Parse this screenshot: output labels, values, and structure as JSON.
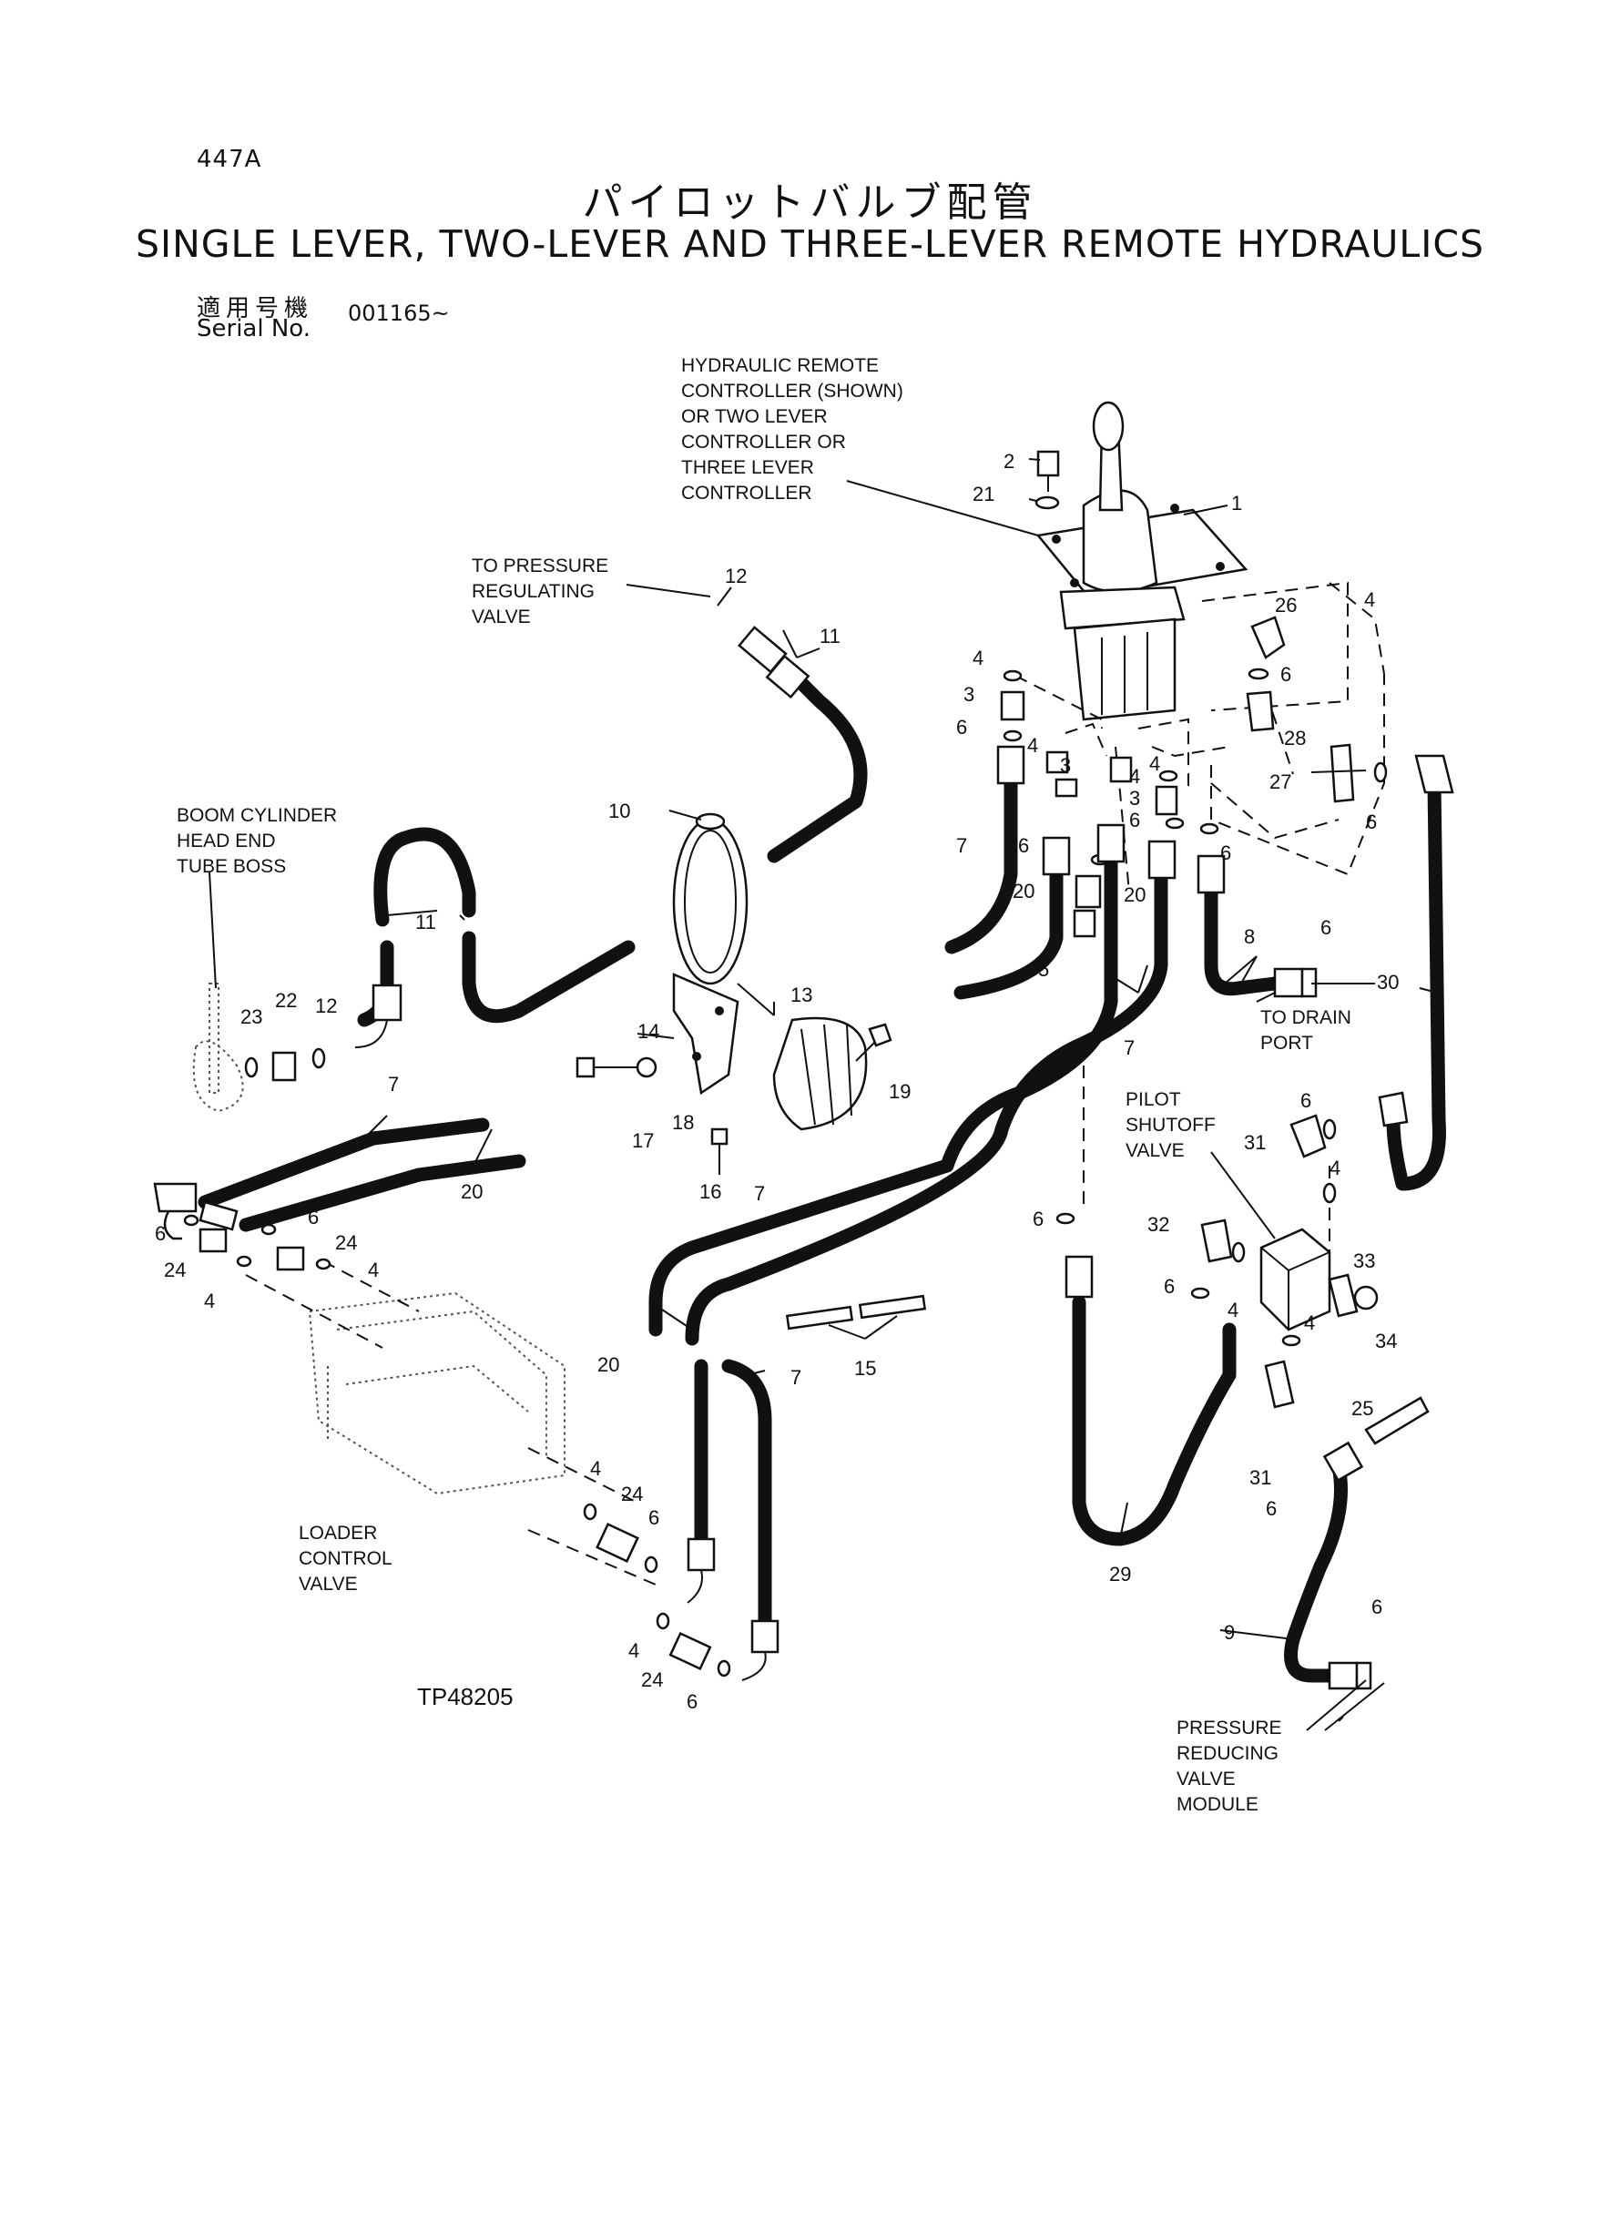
{
  "header": {
    "page_code": "447A",
    "title_jp": "パイロットバルブ配管",
    "title_en": "SINGLE LEVER, TWO-LEVER AND THREE-LEVER REMOTE HYDRAULICS",
    "serial_label_jp": "適用号機",
    "serial_label_en": "Serial No.",
    "serial_value": "001165~"
  },
  "notes": {
    "controller": [
      "HYDRAULIC REMOTE",
      "CONTROLLER (SHOWN)",
      "OR TWO LEVER",
      "CONTROLLER OR",
      "THREE LEVER",
      "CONTROLLER"
    ],
    "pressure_regulating": [
      "TO PRESSURE",
      "REGULATING",
      "VALVE"
    ],
    "boom_cylinder": [
      "BOOM CYLINDER",
      "HEAD END",
      "TUBE BOSS"
    ],
    "drain_port": [
      "TO DRAIN",
      "PORT"
    ],
    "pilot_shutoff": [
      "PILOT",
      "SHUTOFF",
      "VALVE"
    ],
    "loader_control": [
      "LOADER",
      "CONTROL",
      "VALVE"
    ],
    "pressure_reducing": [
      "PRESSURE",
      "REDUCING",
      "VALVE",
      "MODULE"
    ]
  },
  "reference": "TP48205",
  "callouts": [
    {
      "id": "c1",
      "text": "1"
    },
    {
      "id": "c2",
      "text": "2"
    },
    {
      "id": "c21",
      "text": "21"
    },
    {
      "id": "c12a",
      "text": "12"
    },
    {
      "id": "c11a",
      "text": "11"
    },
    {
      "id": "c4a",
      "text": "4"
    },
    {
      "id": "c26",
      "text": "26"
    },
    {
      "id": "c6a",
      "text": "6"
    },
    {
      "id": "c4b",
      "text": "4"
    },
    {
      "id": "c3a",
      "text": "3"
    },
    {
      "id": "c6b",
      "text": "6"
    },
    {
      "id": "c4c",
      "text": "4"
    },
    {
      "id": "c3b",
      "text": "3"
    },
    {
      "id": "c28",
      "text": "28"
    },
    {
      "id": "c4d",
      "text": "4"
    },
    {
      "id": "c3c",
      "text": "3"
    },
    {
      "id": "c6c",
      "text": "6"
    },
    {
      "id": "c27",
      "text": "27"
    },
    {
      "id": "c6d",
      "text": "6"
    },
    {
      "id": "c4e",
      "text": "4"
    },
    {
      "id": "c6e",
      "text": "6"
    },
    {
      "id": "c6f",
      "text": "6"
    },
    {
      "id": "c7a",
      "text": "7"
    },
    {
      "id": "c20a",
      "text": "20"
    },
    {
      "id": "c20b",
      "text": "20"
    },
    {
      "id": "c5",
      "text": "5"
    },
    {
      "id": "c8",
      "text": "8"
    },
    {
      "id": "c6g",
      "text": "6"
    },
    {
      "id": "c30",
      "text": "30"
    },
    {
      "id": "c7b",
      "text": "7"
    },
    {
      "id": "c10",
      "text": "10"
    },
    {
      "id": "c13",
      "text": "13"
    },
    {
      "id": "c14",
      "text": "14"
    },
    {
      "id": "c19",
      "text": "19"
    },
    {
      "id": "c18",
      "text": "18"
    },
    {
      "id": "c17",
      "text": "17"
    },
    {
      "id": "c16",
      "text": "16"
    },
    {
      "id": "c11b",
      "text": "11"
    },
    {
      "id": "c23",
      "text": "23"
    },
    {
      "id": "c22",
      "text": "22"
    },
    {
      "id": "c12b",
      "text": "12"
    },
    {
      "id": "c7c",
      "text": "7"
    },
    {
      "id": "c20c",
      "text": "20"
    },
    {
      "id": "c6h",
      "text": "6"
    },
    {
      "id": "c6i",
      "text": "6"
    },
    {
      "id": "c24a",
      "text": "24"
    },
    {
      "id": "c24b",
      "text": "24"
    },
    {
      "id": "c4f",
      "text": "4"
    },
    {
      "id": "c4g",
      "text": "4"
    },
    {
      "id": "c6j",
      "text": "6"
    },
    {
      "id": "c31a",
      "text": "31"
    },
    {
      "id": "c4h",
      "text": "4"
    },
    {
      "id": "c7d",
      "text": "7"
    },
    {
      "id": "c6k",
      "text": "6"
    },
    {
      "id": "c32",
      "text": "32"
    },
    {
      "id": "c33",
      "text": "33"
    },
    {
      "id": "c6l",
      "text": "6"
    },
    {
      "id": "c4i",
      "text": "4"
    },
    {
      "id": "c4j",
      "text": "4"
    },
    {
      "id": "c34",
      "text": "34"
    },
    {
      "id": "c15",
      "text": "15"
    },
    {
      "id": "c20d",
      "text": "20"
    },
    {
      "id": "c7e",
      "text": "7"
    },
    {
      "id": "c25",
      "text": "25"
    },
    {
      "id": "c31b",
      "text": "31"
    },
    {
      "id": "c6m",
      "text": "6"
    },
    {
      "id": "c29",
      "text": "29"
    },
    {
      "id": "c4k",
      "text": "4"
    },
    {
      "id": "c24c",
      "text": "24"
    },
    {
      "id": "c6n",
      "text": "6"
    },
    {
      "id": "c4l",
      "text": "4"
    },
    {
      "id": "c24d",
      "text": "24"
    },
    {
      "id": "c6o",
      "text": "6"
    },
    {
      "id": "c9",
      "text": "9"
    },
    {
      "id": "c6p",
      "text": "6"
    }
  ]
}
